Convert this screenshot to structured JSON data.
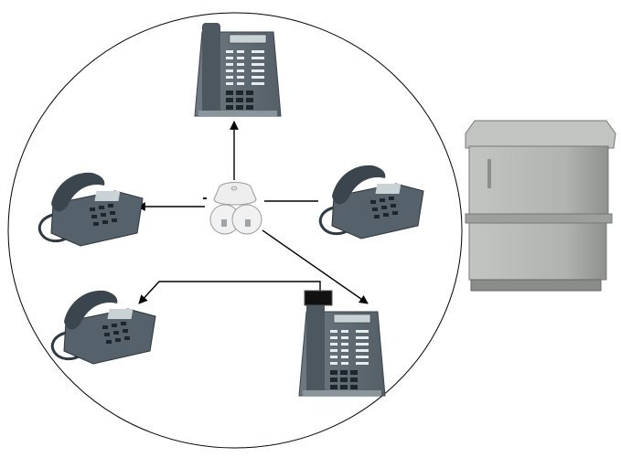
{
  "diagram": {
    "nodes": [
      {
        "id": "desk-phone-top",
        "kind": "system-phone"
      },
      {
        "id": "handset-phone-left",
        "kind": "basic-phone"
      },
      {
        "id": "handset-phone-right",
        "kind": "basic-phone"
      },
      {
        "id": "central-hub",
        "kind": "hub"
      },
      {
        "id": "handset-phone-bottom-left",
        "kind": "basic-phone"
      },
      {
        "id": "desk-phone-bottom-right",
        "kind": "system-phone"
      },
      {
        "id": "server-cabinet",
        "kind": "cabinet"
      }
    ],
    "connections": [
      {
        "from": "central-hub",
        "to": "desk-phone-top",
        "arrow": true
      },
      {
        "from": "central-hub",
        "to": "handset-phone-left",
        "arrow": true
      },
      {
        "from": "handset-phone-right",
        "to": "central-hub",
        "arrow": false
      },
      {
        "from": "central-hub",
        "to": "desk-phone-bottom-right",
        "arrow": true
      },
      {
        "from": "desk-phone-bottom-right",
        "to": "handset-phone-bottom-left",
        "arrow": true
      }
    ],
    "colors": {
      "phone_body": "#5f6b74",
      "phone_dark": "#2f3a42",
      "display": "#c9d3d6",
      "line": "#000000",
      "cabinet": "#b4b6b3",
      "hub": "#f1f1f1"
    }
  }
}
